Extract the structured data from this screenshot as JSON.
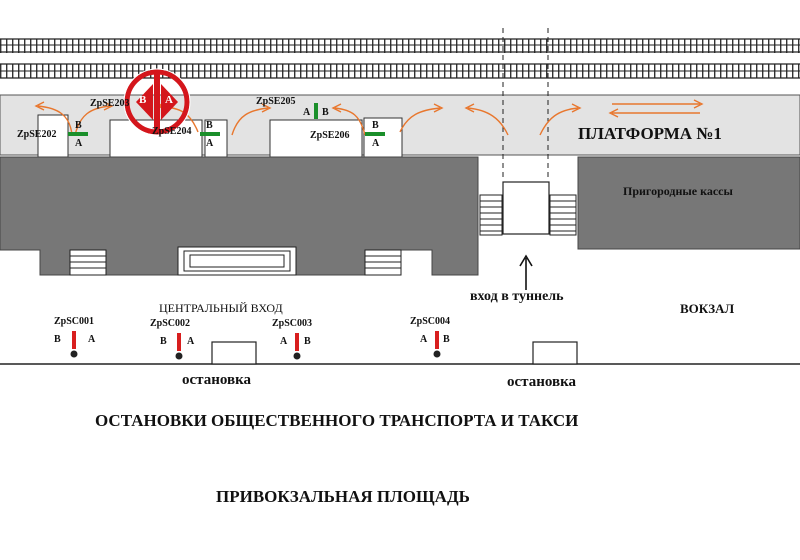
{
  "labels": {
    "platform": "ПЛАТФОРМА №1",
    "suburban_ticket_office": "Пригородные кассы",
    "central_entrance": "ЦЕНТРАЛЬНЫЙ ВХОД",
    "tunnel_entrance": "вход в туннель",
    "station": "ВОКЗАЛ",
    "stop": "остановка",
    "transport_stops": "ОСТАНОВКИ ОБЩЕСТВЕННОГО ТРАНСПОРТА И ТАКСИ",
    "square": "ПРИВОКЗАЛЬНАЯ ПЛОЩАДЬ"
  },
  "platform_signs": [
    {
      "code": "ZpSE202"
    },
    {
      "code": "ZpSE203"
    },
    {
      "code": "ZpSE204"
    },
    {
      "code": "ZpSE205"
    },
    {
      "code": "ZpSE206"
    }
  ],
  "street_signs": [
    {
      "code": "ZpSC001"
    },
    {
      "code": "ZpSC002"
    },
    {
      "code": "ZpSC003"
    },
    {
      "code": "ZpSC004"
    }
  ],
  "side_a": "А",
  "side_b": "В",
  "logo_letters": {
    "left": "В",
    "right": "А"
  },
  "colors": {
    "building": "#777777",
    "platform": "#e3e3e3",
    "arrow": "#e8772e",
    "sign_green": "#1a8f2a",
    "sign_red": "#d81e1e",
    "logo_red": "#d4161c"
  }
}
